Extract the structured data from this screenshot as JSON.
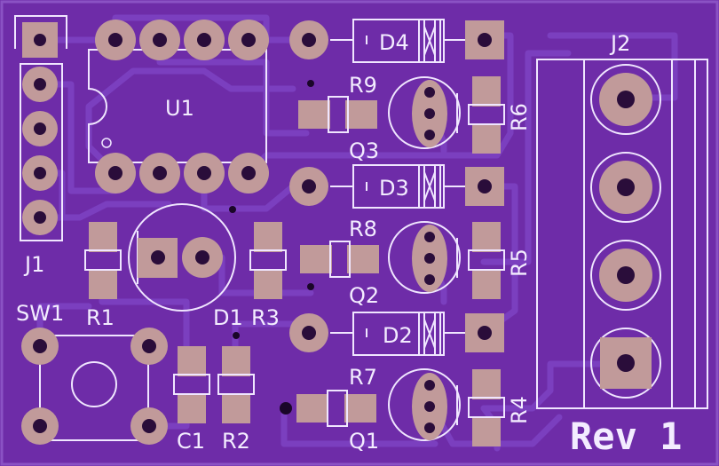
{
  "board": {
    "background": "#6e2ca8",
    "pad_color": "#c19a9a",
    "silk_color": "#f0e6ff",
    "revision_label": "Rev 1"
  },
  "labels": {
    "u1": "U1",
    "j1": "J1",
    "j2": "J2",
    "sw1": "SW1",
    "r1": "R1",
    "r2": "R2",
    "r3": "R3",
    "r4": "R4",
    "r5": "R5",
    "r6": "R6",
    "r7": "R7",
    "r8": "R8",
    "r9": "R9",
    "c1": "C1",
    "d1": "D1",
    "d2": "D2",
    "d3": "D3",
    "d4": "D4",
    "q1": "Q1",
    "q2": "Q2",
    "q3": "Q3"
  }
}
